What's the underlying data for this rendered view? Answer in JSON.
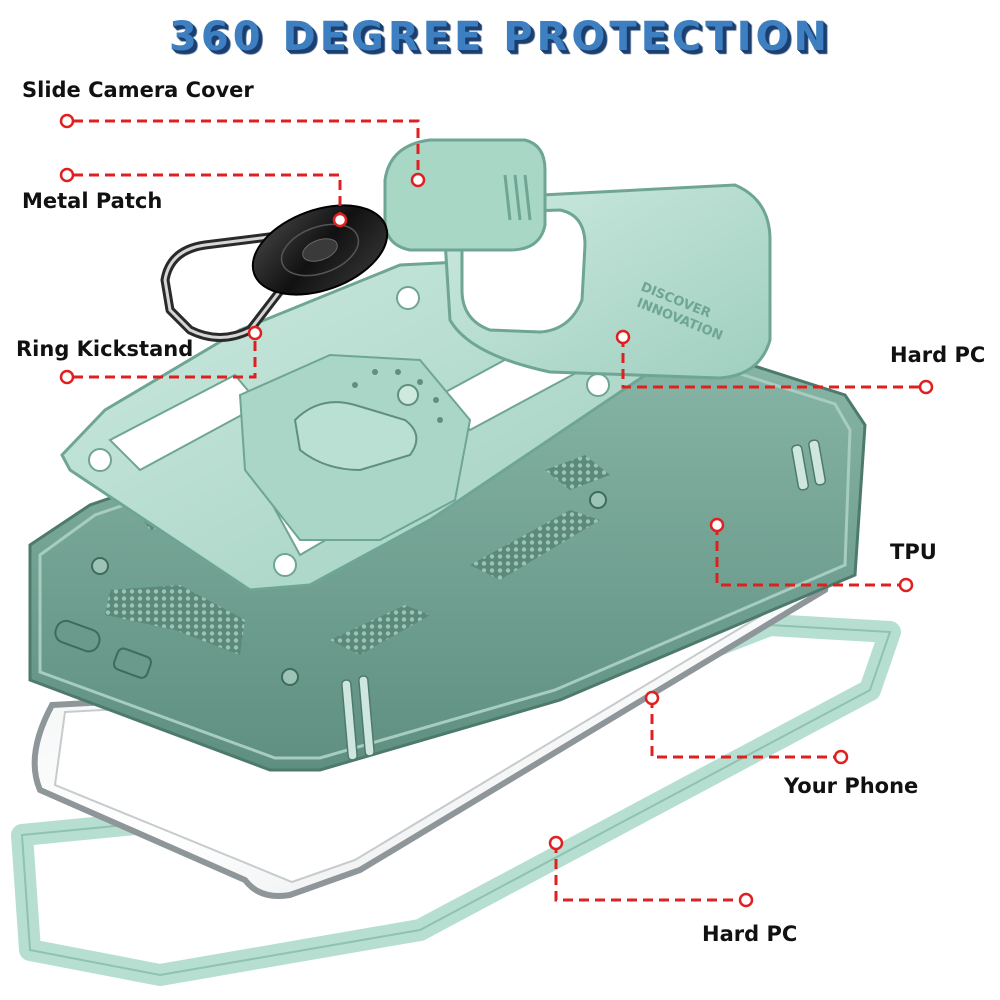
{
  "title": "360 DEGREE PROTECTION",
  "labels": {
    "slide_camera_cover": "Slide Camera Cover",
    "metal_patch": "Metal Patch",
    "ring_kickstand": "Ring Kickstand",
    "hard_pc_top": "Hard PC",
    "tpu": "TPU",
    "your_phone": "Your Phone",
    "hard_pc_bottom": "Hard PC"
  },
  "case_text": [
    "DISCOVER",
    "INNOVATION"
  ],
  "colors": {
    "title": "#3d7fc0",
    "title_shadow": "#1b3f70",
    "callout_line": "#e02020",
    "case_mint": "#b6dfd2",
    "tpu_green": "#6fa08f",
    "phone_silver": "#c9ced1",
    "ring_black": "#222222"
  }
}
